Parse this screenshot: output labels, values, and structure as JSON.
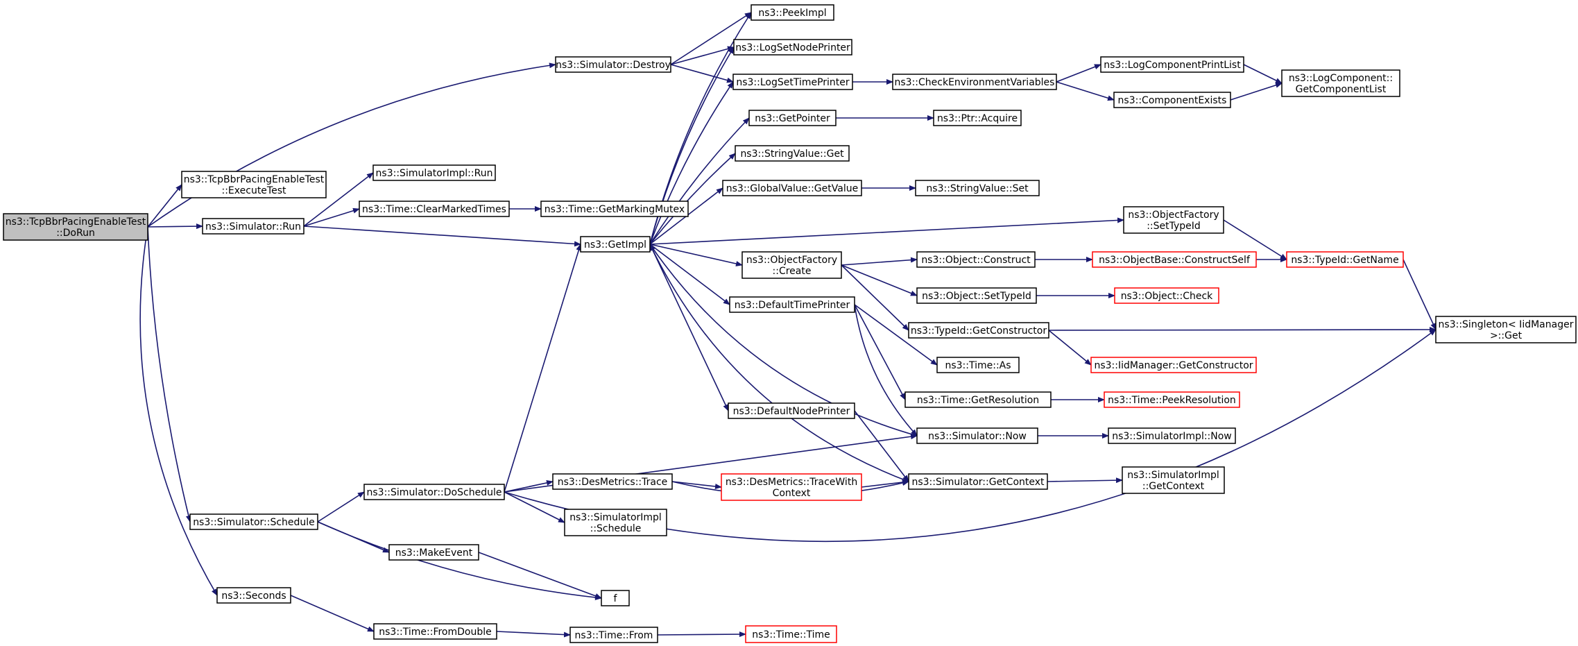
{
  "colors": {
    "edge": "#191970",
    "node_border": "#000000",
    "truncated_border": "#ff0000",
    "root_fill": "#bfbfbf",
    "node_fill": "#ffffff"
  },
  "nodes": [
    {
      "id": "dorun",
      "label": [
        "ns3::TcpBbrPacingEnableTest",
        "::DoRun"
      ],
      "style": "root"
    },
    {
      "id": "executetest",
      "label": [
        "ns3::TcpBbrPacingEnableTest",
        "::ExecuteTest"
      ],
      "style": "normal"
    },
    {
      "id": "destroy",
      "label": [
        "ns3::Simulator::Destroy"
      ],
      "style": "normal"
    },
    {
      "id": "run",
      "label": [
        "ns3::Simulator::Run"
      ],
      "style": "normal"
    },
    {
      "id": "schedule",
      "label": [
        "ns3::Simulator::Schedule"
      ],
      "style": "normal"
    },
    {
      "id": "seconds",
      "label": [
        "ns3::Seconds"
      ],
      "style": "normal"
    },
    {
      "id": "simimplrun",
      "label": [
        "ns3::SimulatorImpl::Run"
      ],
      "style": "normal"
    },
    {
      "id": "clearmarked",
      "label": [
        "ns3::Time::ClearMarkedTimes"
      ],
      "style": "normal"
    },
    {
      "id": "getmarkingmutex",
      "label": [
        "ns3::Time::GetMarkingMutex"
      ],
      "style": "normal"
    },
    {
      "id": "getimpl",
      "label": [
        "ns3::GetImpl"
      ],
      "style": "normal"
    },
    {
      "id": "doschedule",
      "label": [
        "ns3::Simulator::DoSchedule"
      ],
      "style": "normal"
    },
    {
      "id": "makeevent",
      "label": [
        "ns3::MakeEvent"
      ],
      "style": "normal"
    },
    {
      "id": "f",
      "label": [
        "f"
      ],
      "style": "normal"
    },
    {
      "id": "fromdouble",
      "label": [
        "ns3::Time::FromDouble"
      ],
      "style": "normal"
    },
    {
      "id": "timefrom",
      "label": [
        "ns3::Time::From"
      ],
      "style": "normal"
    },
    {
      "id": "timetime",
      "label": [
        "ns3::Time::Time"
      ],
      "style": "truncated"
    },
    {
      "id": "peekimpl",
      "label": [
        "ns3::PeekImpl"
      ],
      "style": "normal"
    },
    {
      "id": "logsetnode",
      "label": [
        "ns3::LogSetNodePrinter"
      ],
      "style": "normal"
    },
    {
      "id": "logsettime",
      "label": [
        "ns3::LogSetTimePrinter"
      ],
      "style": "normal"
    },
    {
      "id": "getpointer",
      "label": [
        "ns3::GetPointer"
      ],
      "style": "normal"
    },
    {
      "id": "stringget",
      "label": [
        "ns3::StringValue::Get"
      ],
      "style": "normal"
    },
    {
      "id": "globalgetvalue",
      "label": [
        "ns3::GlobalValue::GetValue"
      ],
      "style": "normal"
    },
    {
      "id": "ofcreate",
      "label": [
        "ns3::ObjectFactory",
        "::Create"
      ],
      "style": "normal"
    },
    {
      "id": "deftimeprinter",
      "label": [
        "ns3::DefaultTimePrinter"
      ],
      "style": "normal"
    },
    {
      "id": "defnodeprinter",
      "label": [
        "ns3::DefaultNodePrinter"
      ],
      "style": "normal"
    },
    {
      "id": "desmetricstrace",
      "label": [
        "ns3::DesMetrics::Trace"
      ],
      "style": "normal"
    },
    {
      "id": "simimplschedule",
      "label": [
        "ns3::SimulatorImpl",
        "::Schedule"
      ],
      "style": "normal"
    },
    {
      "id": "checkenv",
      "label": [
        "ns3::CheckEnvironmentVariables"
      ],
      "style": "normal"
    },
    {
      "id": "ptracquire",
      "label": [
        "ns3::Ptr::Acquire"
      ],
      "style": "normal"
    },
    {
      "id": "stringset",
      "label": [
        "ns3::StringValue::Set"
      ],
      "style": "normal"
    },
    {
      "id": "objconstruct",
      "label": [
        "ns3::Object::Construct"
      ],
      "style": "normal"
    },
    {
      "id": "objsettypeid",
      "label": [
        "ns3::Object::SetTypeId"
      ],
      "style": "normal"
    },
    {
      "id": "typeidgetctor",
      "label": [
        "ns3::TypeId::GetConstructor"
      ],
      "style": "normal"
    },
    {
      "id": "timeas",
      "label": [
        "ns3::Time::As"
      ],
      "style": "normal"
    },
    {
      "id": "timegetres",
      "label": [
        "ns3::Time::GetResolution"
      ],
      "style": "normal"
    },
    {
      "id": "simnow",
      "label": [
        "ns3::Simulator::Now"
      ],
      "style": "normal"
    },
    {
      "id": "tracewithcontext",
      "label": [
        "ns3::DesMetrics::TraceWith",
        "Context"
      ],
      "style": "truncated"
    },
    {
      "id": "getcontext",
      "label": [
        "ns3::Simulator::GetContext"
      ],
      "style": "normal"
    },
    {
      "id": "logcompprintlist",
      "label": [
        "ns3::LogComponentPrintList"
      ],
      "style": "normal"
    },
    {
      "id": "compexists",
      "label": [
        "ns3::ComponentExists"
      ],
      "style": "normal"
    },
    {
      "id": "ofsettypeid",
      "label": [
        "ns3::ObjectFactory",
        "::SetTypeId"
      ],
      "style": "normal"
    },
    {
      "id": "constructself",
      "label": [
        "ns3::ObjectBase::ConstructSelf"
      ],
      "style": "truncated"
    },
    {
      "id": "objcheck",
      "label": [
        "ns3::Object::Check"
      ],
      "style": "truncated"
    },
    {
      "id": "iidgetctor",
      "label": [
        "ns3::IidManager::GetConstructor"
      ],
      "style": "truncated"
    },
    {
      "id": "peekres",
      "label": [
        "ns3::Time::PeekResolution"
      ],
      "style": "truncated"
    },
    {
      "id": "simimplnow",
      "label": [
        "ns3::SimulatorImpl::Now"
      ],
      "style": "normal"
    },
    {
      "id": "simimplgetctx",
      "label": [
        "ns3::SimulatorImpl",
        "::GetContext"
      ],
      "style": "normal"
    },
    {
      "id": "getcomplist",
      "label": [
        "ns3::LogComponent::",
        "GetComponentList"
      ],
      "style": "normal"
    },
    {
      "id": "typeidgetname",
      "label": [
        "ns3::TypeId::GetName"
      ],
      "style": "truncated"
    },
    {
      "id": "singletonget",
      "label": [
        "ns3::Singleton< IidManager",
        " >::Get"
      ],
      "style": "normal"
    }
  ],
  "edges": [
    [
      "dorun",
      "executetest"
    ],
    [
      "dorun",
      "destroy"
    ],
    [
      "dorun",
      "run"
    ],
    [
      "dorun",
      "schedule"
    ],
    [
      "dorun",
      "seconds"
    ],
    [
      "destroy",
      "peekimpl"
    ],
    [
      "destroy",
      "logsetnode"
    ],
    [
      "destroy",
      "logsettime"
    ],
    [
      "run",
      "simimplrun"
    ],
    [
      "run",
      "clearmarked"
    ],
    [
      "run",
      "getimpl"
    ],
    [
      "clearmarked",
      "getmarkingmutex"
    ],
    [
      "schedule",
      "doschedule"
    ],
    [
      "schedule",
      "makeevent"
    ],
    [
      "schedule",
      "f"
    ],
    [
      "seconds",
      "fromdouble"
    ],
    [
      "fromdouble",
      "timefrom"
    ],
    [
      "timefrom",
      "timetime"
    ],
    [
      "doschedule",
      "getimpl"
    ],
    [
      "doschedule",
      "simnow"
    ],
    [
      "doschedule",
      "desmetricstrace"
    ],
    [
      "doschedule",
      "simimplschedule"
    ],
    [
      "doschedule",
      "singletonget"
    ],
    [
      "makeevent",
      "f"
    ],
    [
      "getimpl",
      "peekimpl"
    ],
    [
      "getimpl",
      "logsetnode"
    ],
    [
      "getimpl",
      "logsettime"
    ],
    [
      "getimpl",
      "getpointer"
    ],
    [
      "getimpl",
      "stringget"
    ],
    [
      "getimpl",
      "globalgetvalue"
    ],
    [
      "getimpl",
      "ofsettypeid"
    ],
    [
      "getimpl",
      "ofcreate"
    ],
    [
      "getimpl",
      "deftimeprinter"
    ],
    [
      "getimpl",
      "defnodeprinter"
    ],
    [
      "logsettime",
      "checkenv"
    ],
    [
      "checkenv",
      "logcompprintlist"
    ],
    [
      "checkenv",
      "compexists"
    ],
    [
      "logcompprintlist",
      "getcomplist"
    ],
    [
      "compexists",
      "getcomplist"
    ],
    [
      "getpointer",
      "ptracquire"
    ],
    [
      "globalgetvalue",
      "stringset"
    ],
    [
      "ofsettypeid",
      "typeidgetname"
    ],
    [
      "ofcreate",
      "objconstruct"
    ],
    [
      "ofcreate",
      "objsettypeid"
    ],
    [
      "ofcreate",
      "typeidgetctor"
    ],
    [
      "objconstruct",
      "constructself"
    ],
    [
      "constructself",
      "typeidgetname"
    ],
    [
      "typeidgetname",
      "singletonget"
    ],
    [
      "objsettypeid",
      "objcheck"
    ],
    [
      "typeidgetctor",
      "singletonget"
    ],
    [
      "typeidgetctor",
      "iidgetctor"
    ],
    [
      "deftimeprinter",
      "timeas"
    ],
    [
      "deftimeprinter",
      "timegetres"
    ],
    [
      "deftimeprinter",
      "simnow"
    ],
    [
      "timegetres",
      "peekres"
    ],
    [
      "defnodeprinter",
      "getcontext"
    ],
    [
      "simnow",
      "getimpl"
    ],
    [
      "simnow",
      "simimplnow"
    ],
    [
      "desmetricstrace",
      "tracewithcontext"
    ],
    [
      "desmetricstrace",
      "getcontext"
    ],
    [
      "tracewithcontext",
      "getcontext"
    ],
    [
      "getcontext",
      "getimpl"
    ],
    [
      "getcontext",
      "simimplgetctx"
    ]
  ]
}
